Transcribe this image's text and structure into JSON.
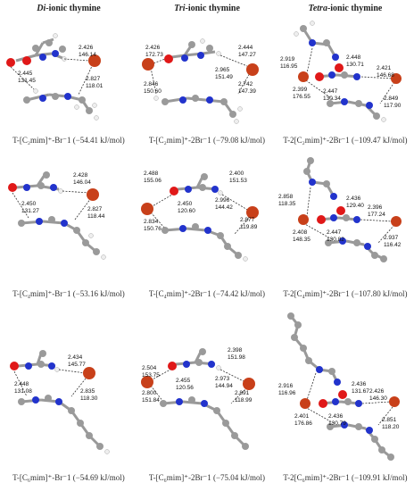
{
  "headers": [
    {
      "em": "Di",
      "rest": "-ionic thymine"
    },
    {
      "em": "Tri",
      "rest": "-ionic thymine"
    },
    {
      "em": "Tetra",
      "rest": "-ionic thymine"
    }
  ],
  "captions": {
    "r1": [
      "T-[C₂mim]⁺-Br⁻1 (−54.41 kJ/mol)",
      "T-[C₂mim]⁺-2Br⁻1 (−79.08 kJ/mol)",
      "T-2[C₂mim]⁺-2Br⁻1 (−109.47 kJ/mol)"
    ],
    "r2": [
      "T-[C₄mim]⁺-Br⁻1 (−53.16 kJ/mol)",
      "T-[C₄mim]⁺-2Br⁻1 (−74.42 kJ/mol)",
      "T-2[C₄mim]⁺-2Br⁻1 (−107.80 kJ/mol)"
    ],
    "r3": [
      "T-[C₆mim]⁺-Br⁻1 (−54.69 kJ/mol)",
      "T-[C₆mim]⁺-2Br⁻1 (−75.04 kJ/mol)",
      "T-2[C₆mim]⁺-2Br⁻1 (−109.91 kJ/mol)"
    ]
  },
  "labels": {
    "p11": [
      [
        "2.426",
        "146.14"
      ],
      [
        "2.445",
        "131.45"
      ],
      [
        "2.827",
        "118.01"
      ]
    ],
    "p12": [
      [
        "2.426",
        "172.73"
      ],
      [
        "2.444",
        "147.27"
      ],
      [
        "2.965",
        "151.49"
      ],
      [
        "2.846",
        "150.60"
      ],
      [
        "2.742",
        "147.39"
      ]
    ],
    "p13": [
      [
        "2.919",
        "116.95"
      ],
      [
        "2.448",
        "130.71"
      ],
      [
        "2.399",
        "176.55"
      ],
      [
        "2.421",
        "146.68"
      ],
      [
        "2.447",
        "130.34"
      ],
      [
        "2.849",
        "117.90"
      ]
    ],
    "p21": [
      [
        "2.428",
        "146.04"
      ],
      [
        "2.450",
        "131.27"
      ],
      [
        "2.827",
        "118.44"
      ]
    ],
    "p22": [
      [
        "2.488",
        "155.06"
      ],
      [
        "2.400",
        "151.53"
      ],
      [
        "2.450",
        "120.60"
      ],
      [
        "2.996",
        "144.42"
      ],
      [
        "2.834",
        "150.76"
      ],
      [
        "2.877",
        "119.89"
      ]
    ],
    "p23": [
      [
        "2.858",
        "118.35"
      ],
      [
        "2.436",
        "129.40"
      ],
      [
        "2.396",
        "177.24"
      ],
      [
        "2.408",
        "148.35"
      ],
      [
        "2.447",
        "130.82"
      ],
      [
        "2.937",
        "116.42"
      ]
    ],
    "p31": [
      [
        "2.434",
        "145.77"
      ],
      [
        "2.448",
        "131.08"
      ],
      [
        "2.835",
        "118.30"
      ]
    ],
    "p32": [
      [
        "2.504",
        "153.75"
      ],
      [
        "2.398",
        "151.98"
      ],
      [
        "2.455",
        "120.56"
      ],
      [
        "2.973",
        "144.94"
      ],
      [
        "2.800",
        "151.84"
      ],
      [
        "2.891",
        "118.99"
      ]
    ],
    "p33": [
      [
        "2.916",
        "116.96"
      ],
      [
        "2.436",
        "131.67"
      ],
      [
        "2.426",
        "146.30"
      ],
      [
        "2.401",
        "176.86"
      ],
      [
        "2.436",
        "130.79"
      ],
      [
        "2.851",
        "118.20"
      ]
    ]
  },
  "colors": {
    "carbon": "#9a9a9a",
    "nitrogen": "#2233cc",
    "oxygen": "#e01818",
    "hydrogen": "#eeeeee",
    "bromide": "#c8401a"
  }
}
